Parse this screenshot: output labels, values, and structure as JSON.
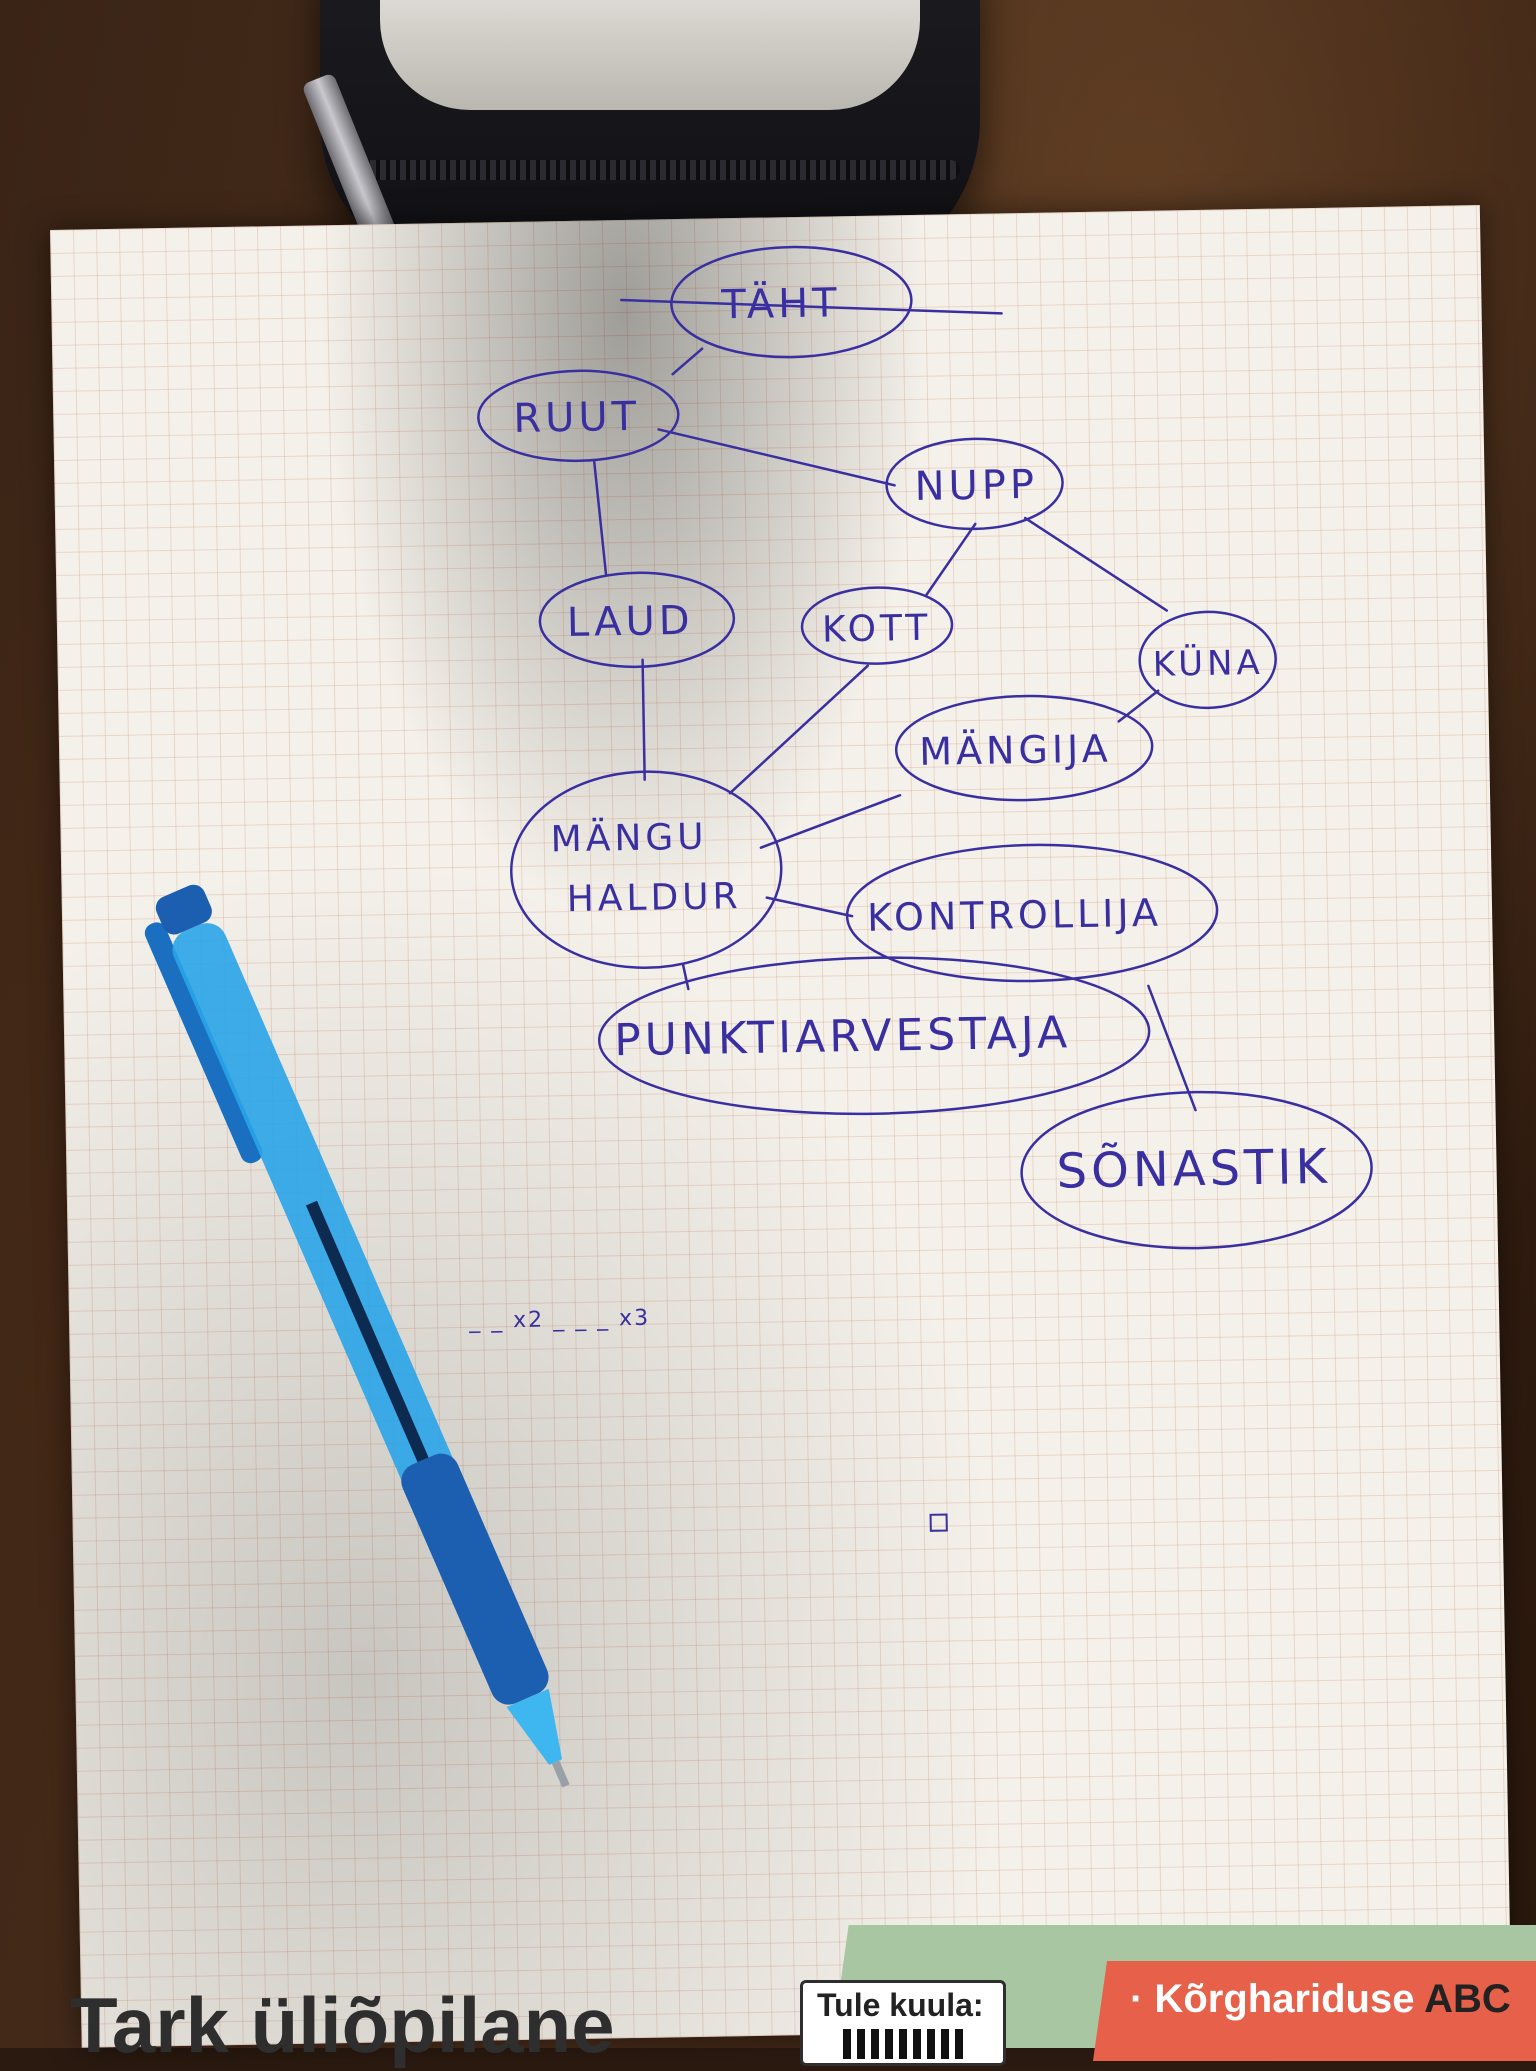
{
  "diagram": {
    "nodes": {
      "taht": "TÄHT",
      "ruut": "RUUT",
      "nupp": "NUPP",
      "laud": "LAUD",
      "kott": "KOTT",
      "kuna": "KÜNA",
      "mangija": "MÄNGIJA",
      "mangu_line1": "MÄNGU",
      "mangu_line2": "HALDUR",
      "kontrollija": "KONTROLLIJA",
      "punkti": "PUNKTIARVESTAJA",
      "sonastik": "SÕNASTIK"
    },
    "scribble": "_ _ x2 _ _ _ x3"
  },
  "banner": {
    "title": "Tark üliõpilane",
    "qr_label": "Tule kuula:",
    "tagline": "· Kõrghariduse",
    "tagline_abc": "ABC"
  },
  "colors": {
    "ink": "#3a2fa0",
    "pen": "#1f86d8",
    "banner_green": "#a9c6a2",
    "banner_red": "#e6604a"
  }
}
